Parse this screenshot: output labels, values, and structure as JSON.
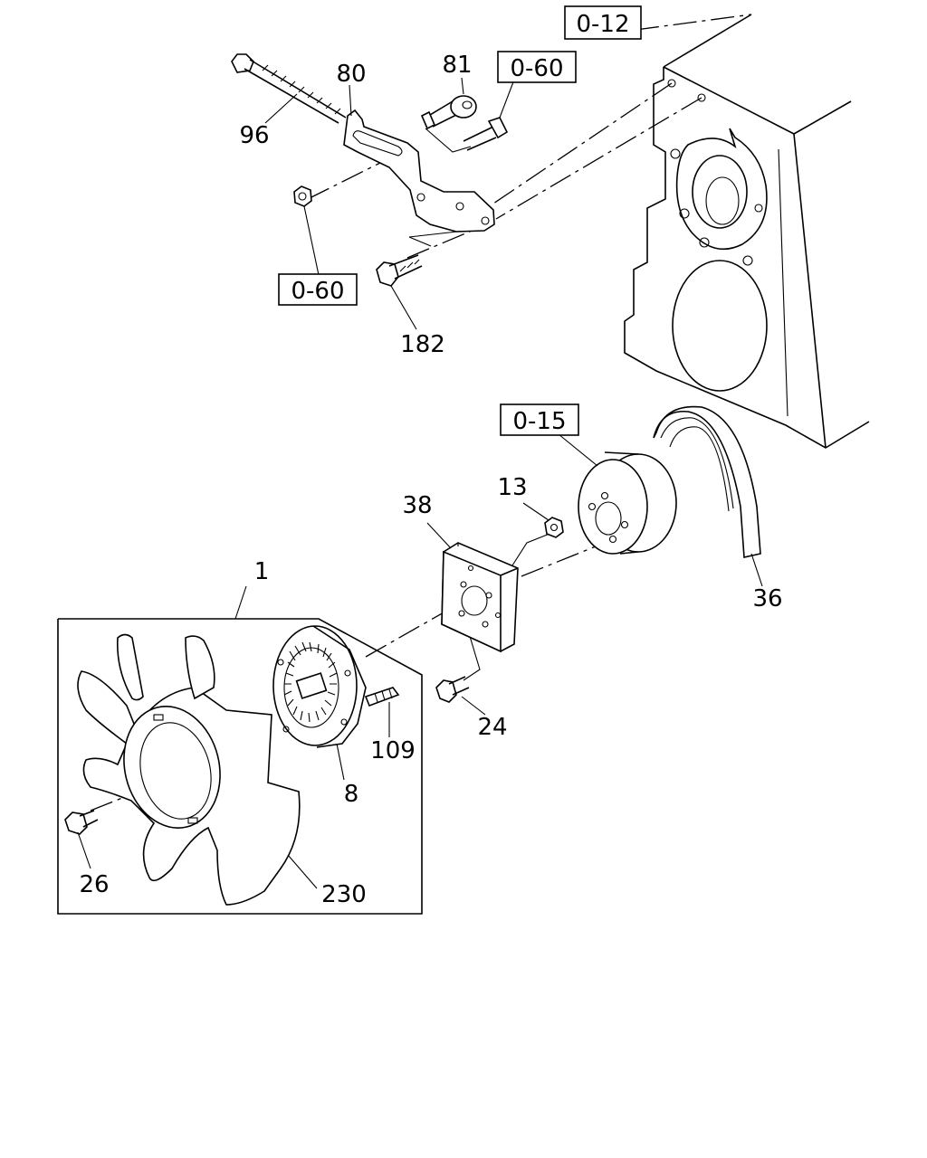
{
  "callouts": {
    "ref_0_12": "0-12",
    "ref_0_60_top": "0-60",
    "ref_0_60_left": "0-60",
    "ref_0_15": "0-15",
    "p80": "80",
    "p81": "81",
    "p96": "96",
    "p182": "182",
    "p38": "38",
    "p13": "13",
    "p36": "36",
    "p1": "1",
    "p24": "24",
    "p109": "109",
    "p8": "8",
    "p26": "26",
    "p230": "230"
  }
}
